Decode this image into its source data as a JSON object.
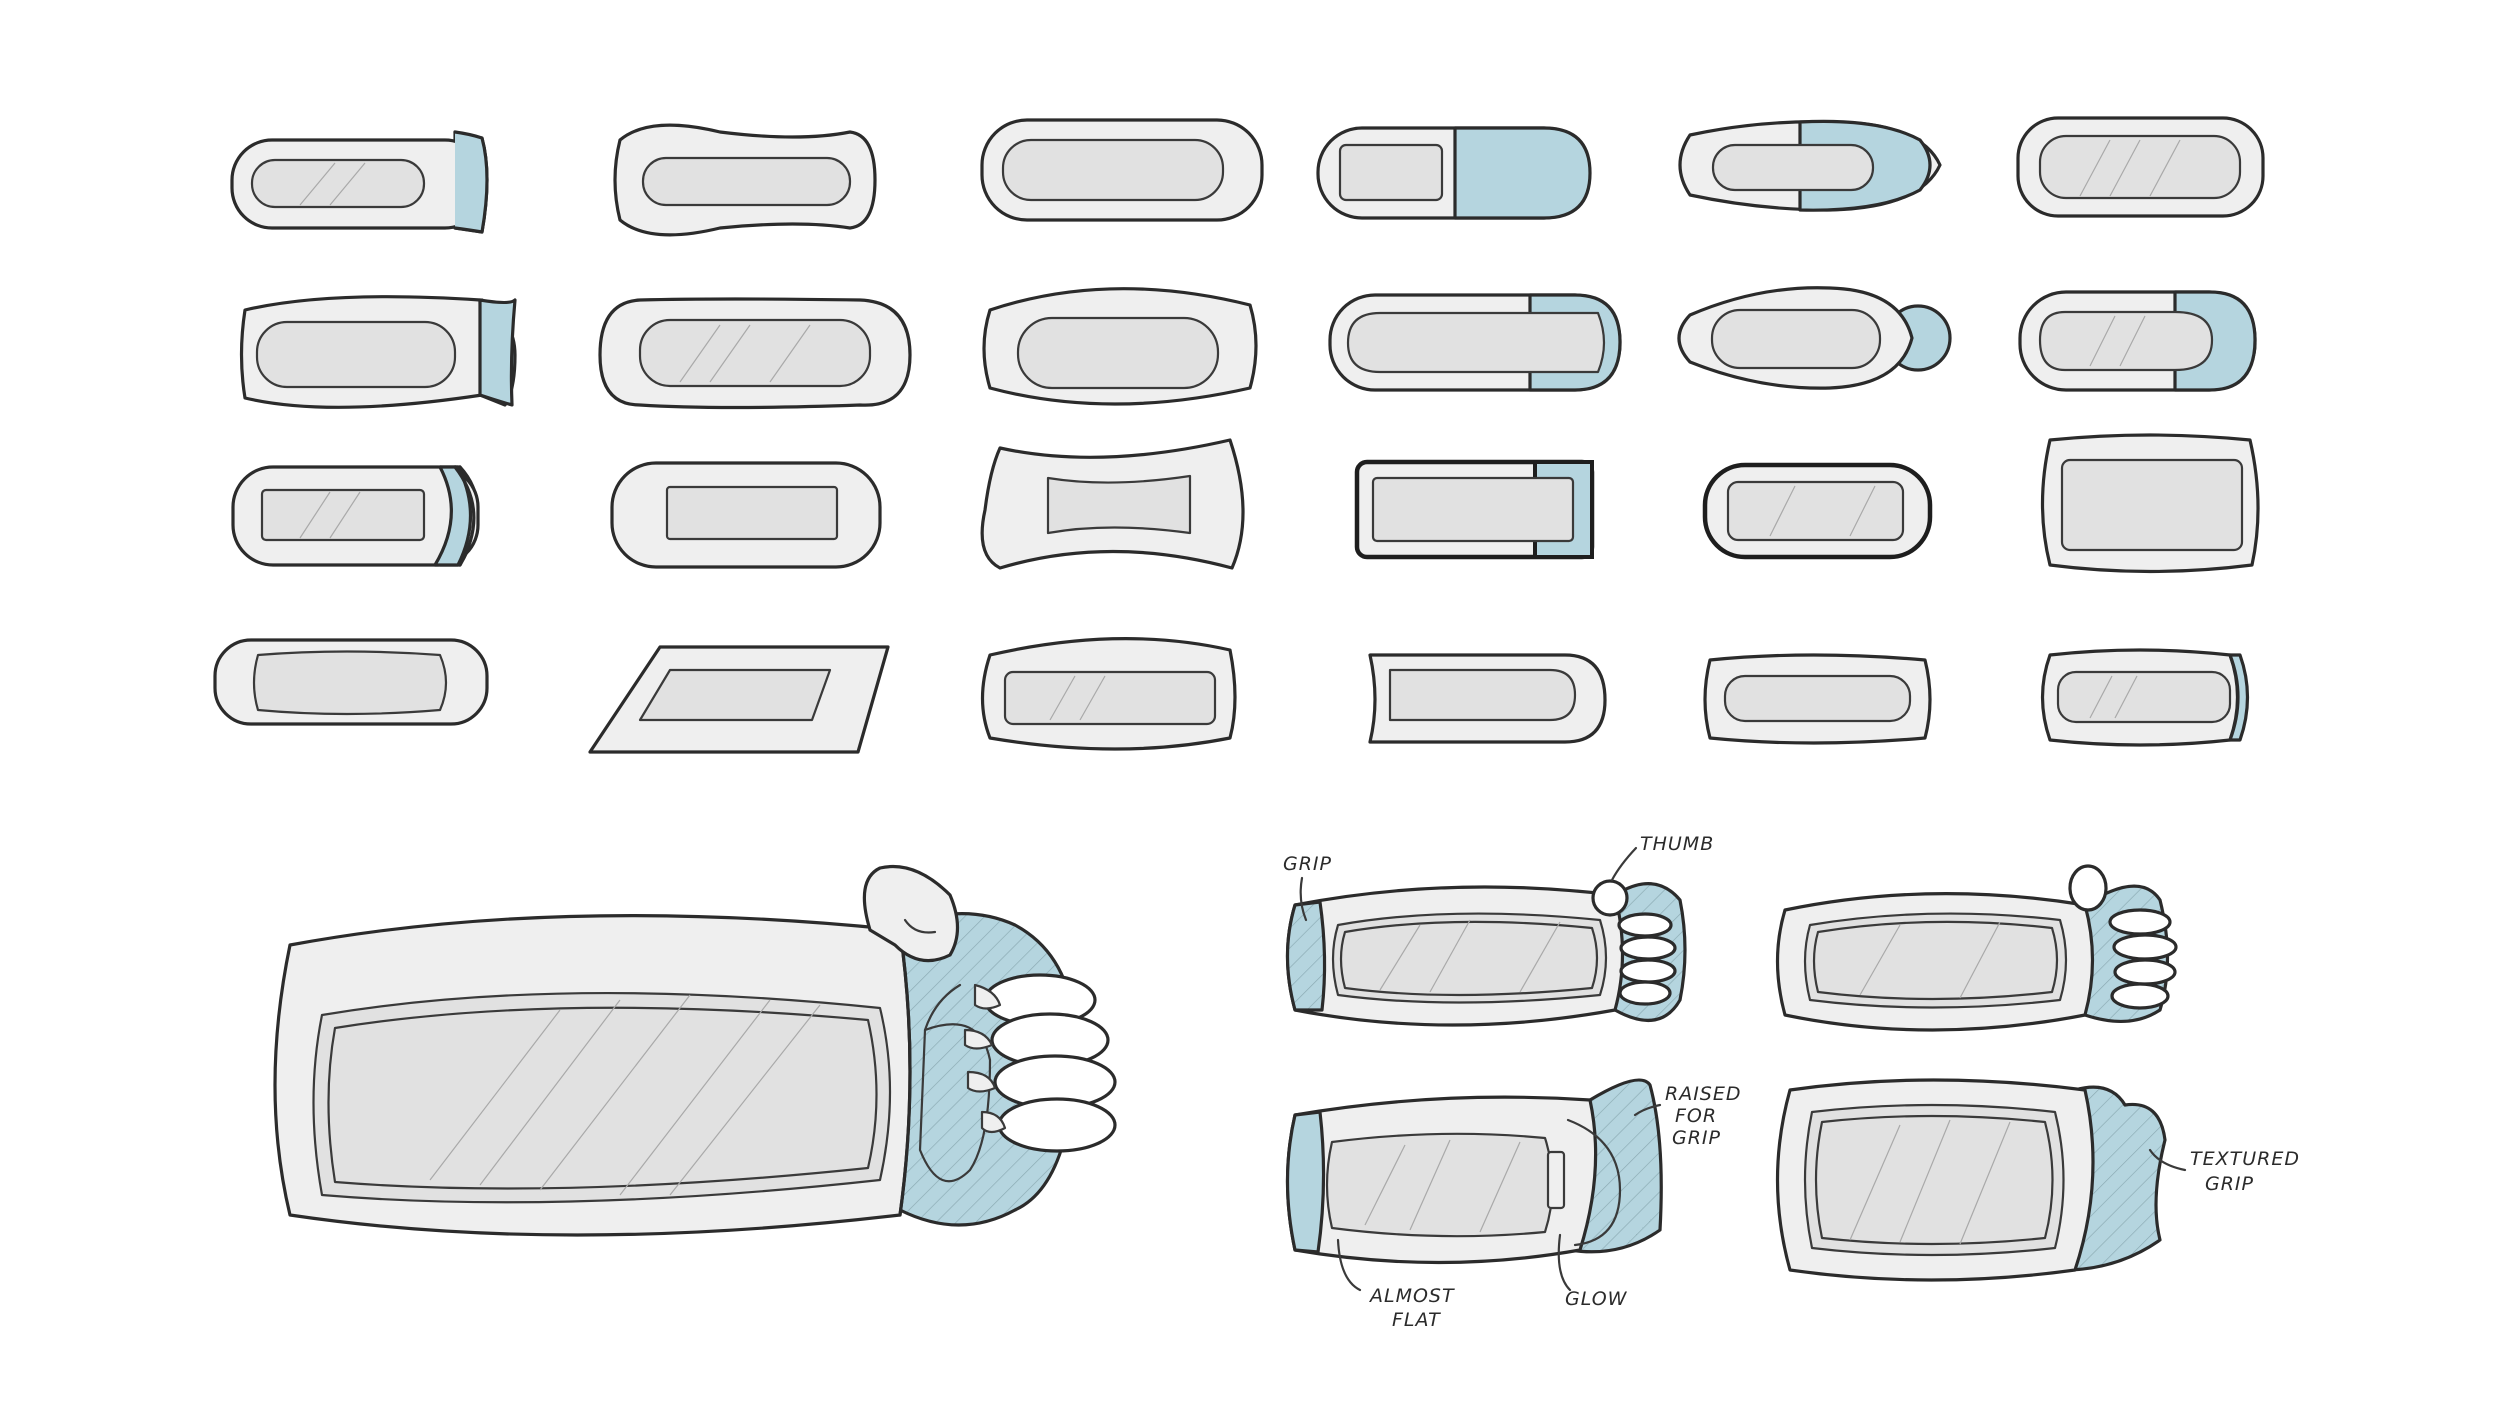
{
  "colors": {
    "body": "#efefef",
    "screen": "#e1e1e1",
    "accent": "#b5d5df",
    "ink": "#2b2b2b",
    "hatch": "#8aa9b2"
  },
  "thumbnail_grid": {
    "rows": 4,
    "columns": 6,
    "count": 24
  },
  "annotations": {
    "grip": "GRIP",
    "thumb": "THUMB",
    "raised_for_grip_line1": "RAISED",
    "raised_for_grip_line2": "FOR",
    "raised_for_grip_line3": "GRIP",
    "almost_flat_line1": "ALMOST",
    "almost_flat_line2": "FLAT",
    "glow": "GLOW",
    "textured_grip_line1": "TEXTURED",
    "textured_grip_line2": "GRIP"
  }
}
